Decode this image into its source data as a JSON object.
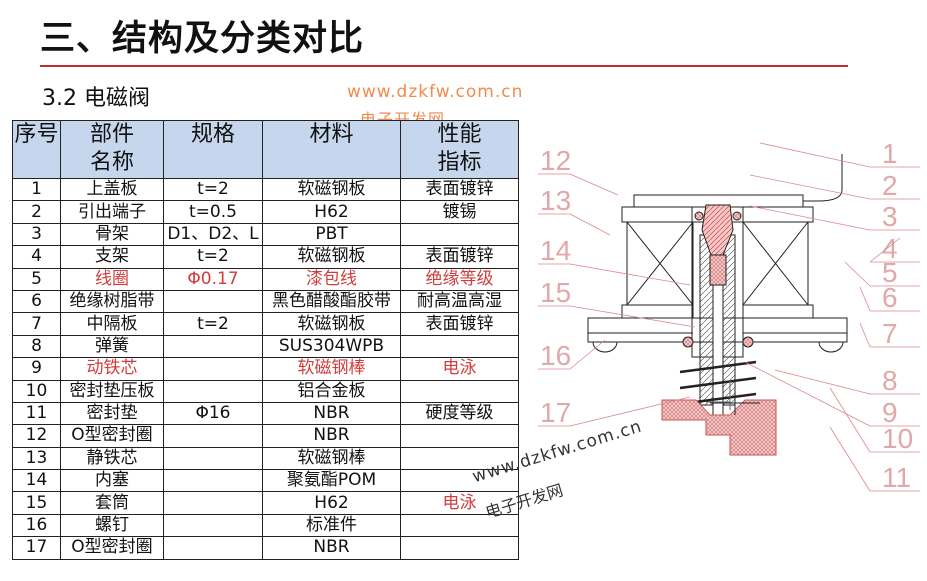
{
  "title": "三、结构及分类对比",
  "subtitle": "3.2 电磁阀",
  "watermark": {
    "url": "www.dzkfw.com.cn",
    "name": "电子开发网"
  },
  "table": {
    "headers": [
      "序号",
      "部件\n名称",
      "规格",
      "材料",
      "性能\n指标"
    ],
    "rows": [
      {
        "no": "1",
        "name": "上盖板",
        "spec": "t=2",
        "material": "软磁钢板",
        "perf": "表面镀锌",
        "highlight": false
      },
      {
        "no": "2",
        "name": "引出端子",
        "spec": "t=0.5",
        "material": "H62",
        "perf": "镀锡",
        "highlight": false
      },
      {
        "no": "3",
        "name": "骨架",
        "spec": "D1、D2、L",
        "material": "PBT",
        "perf": "",
        "highlight": false
      },
      {
        "no": "4",
        "name": "支架",
        "spec": "t=2",
        "material": "软磁钢板",
        "perf": "表面镀锌",
        "highlight": false
      },
      {
        "no": "5",
        "name": "线圈",
        "spec": "Φ0.17",
        "material": "漆包线",
        "perf": "绝缘等级",
        "highlight": true
      },
      {
        "no": "6",
        "name": "绝缘树脂带",
        "spec": "",
        "material": "黑色醋酸酯胶带",
        "perf": "耐高温高湿",
        "highlight": false
      },
      {
        "no": "7",
        "name": "中隔板",
        "spec": "t=2",
        "material": "软磁钢板",
        "perf": "表面镀锌",
        "highlight": false
      },
      {
        "no": "8",
        "name": "弹簧",
        "spec": "",
        "material": "SUS304WPB",
        "perf": "",
        "highlight": false
      },
      {
        "no": "9",
        "name": "动铁芯",
        "spec": "",
        "material": "软磁钢棒",
        "perf": "电泳",
        "highlight": true
      },
      {
        "no": "10",
        "name": "密封垫压板",
        "spec": "",
        "material": "铝合金板",
        "perf": "",
        "highlight": false
      },
      {
        "no": "11",
        "name": "密封垫",
        "spec": "Φ16",
        "material": "NBR",
        "perf": "硬度等级",
        "highlight": false
      },
      {
        "no": "12",
        "name": "O型密封圈",
        "spec": "",
        "material": "NBR",
        "perf": "",
        "highlight": false
      },
      {
        "no": "13",
        "name": "静铁芯",
        "spec": "",
        "material": "软磁钢棒",
        "perf": "",
        "highlight": false
      },
      {
        "no": "14",
        "name": "内塞",
        "spec": "",
        "material": "聚氨酯POM",
        "perf": "",
        "highlight": false
      },
      {
        "no": "15",
        "name": "套筒",
        "spec": "",
        "material": "H62",
        "perf": "电泳",
        "highlight": false,
        "perf_red": true
      },
      {
        "no": "16",
        "name": "螺钉",
        "spec": "",
        "material": "标准件",
        "perf": "",
        "highlight": false
      },
      {
        "no": "17",
        "name": "O型密封圈",
        "spec": "",
        "material": "NBR",
        "perf": "",
        "highlight": false
      }
    ]
  },
  "diagram": {
    "left_labels": [
      "12",
      "13",
      "14",
      "15",
      "16",
      "17"
    ],
    "right_labels": [
      "1",
      "2",
      "3",
      "4",
      "5",
      "6",
      "7",
      "8",
      "9",
      "10",
      "11"
    ]
  },
  "colors": {
    "accent": "#c0302a",
    "red_text": "#d23c3c",
    "header_bg": "#c6d6ec",
    "label": "#d9a0a0"
  }
}
